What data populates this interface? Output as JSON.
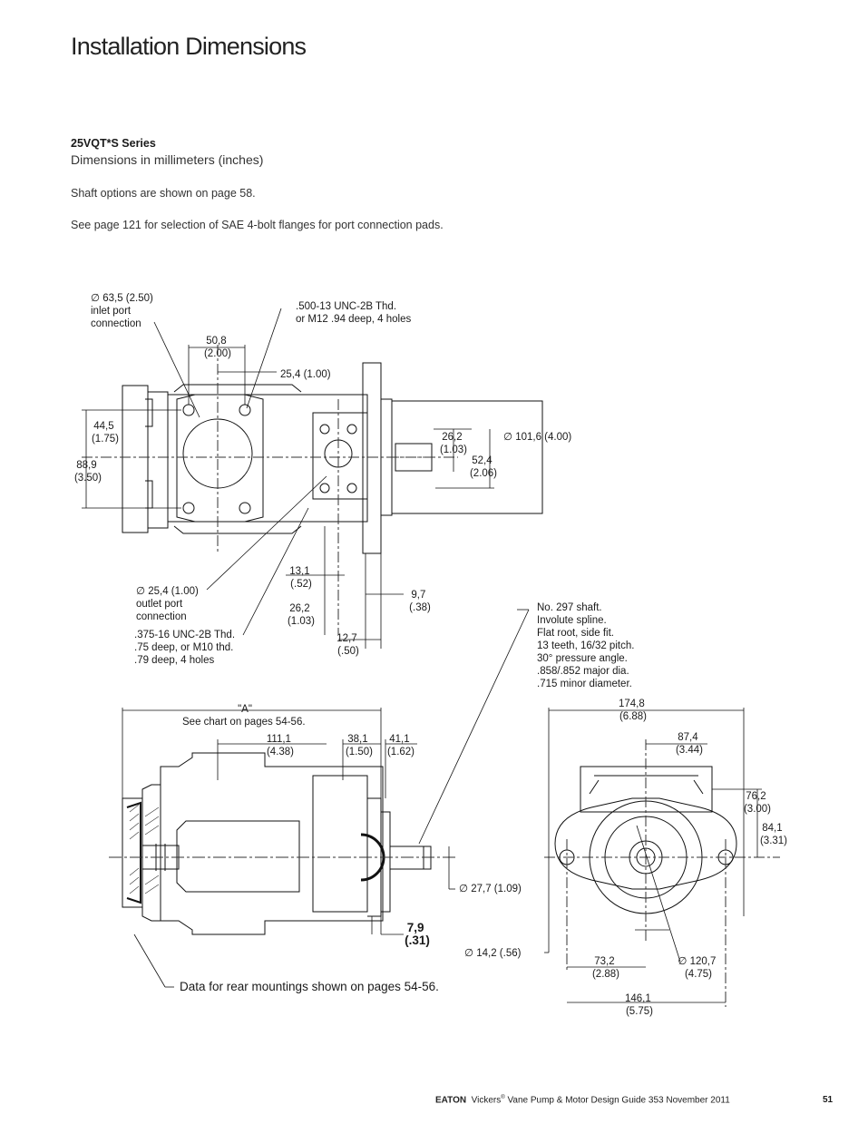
{
  "header": {
    "title": "Installation Dimensions"
  },
  "section": {
    "series": "25VQT*S Series",
    "subtitle": "Dimensions in millimeters (inches)",
    "note_shaft": "Shaft options are shown on page 58.",
    "note_sae": "See page 121 for selection of SAE 4-bolt flanges for port connection pads."
  },
  "top_view": {
    "inlet_label": [
      "∅ 63,5 (2.50)",
      "inlet port",
      "connection"
    ],
    "thread_label": [
      ".500-13 UNC-2B Thd.",
      "or M12 .94 deep, 4 holes"
    ],
    "dim_50_8": [
      "50,8",
      "(2.00)"
    ],
    "dim_25_4": "25,4  (1.00)",
    "dim_44_5": [
      "44,5",
      "(1.75)"
    ],
    "dim_88_9": [
      "88,9",
      "(3.50)"
    ],
    "dim_26_2_top": [
      "26,2",
      "(1.03)"
    ],
    "dim_52_4": [
      "52,4",
      "(2.06)"
    ],
    "dim_101_6": "∅ 101,6  (4.00)",
    "outlet_label": [
      "∅ 25,4 (1.00)",
      "outlet port",
      "connection"
    ],
    "outlet_thread": [
      ".375-16 UNC-2B Thd.",
      ".75 deep, or M10 thd.",
      ".79 deep, 4 holes"
    ],
    "dim_13_1": [
      "13,1",
      "(.52)"
    ],
    "dim_26_2_bottom": [
      "26,2",
      "(1.03)"
    ],
    "dim_12_7": [
      "12,7",
      "(.50)"
    ],
    "dim_9_7": [
      "9,7",
      "(.38)"
    ]
  },
  "shaft_note": [
    "No. 297 shaft.",
    "Involute spline.",
    "Flat root, side fit.",
    "13 teeth, 16/32 pitch.",
    "30°  pressure angle.",
    ".858/.852 major dia.",
    ".715 minor diameter."
  ],
  "side_view": {
    "dim_a": "\"A\"",
    "dim_a_note": "See chart on pages 54-56.",
    "dim_111_1": [
      "111,1",
      "(4.38)"
    ],
    "dim_38_1": [
      "38,1",
      "(1.50)"
    ],
    "dim_41_1": [
      "41,1",
      "(1.62)"
    ],
    "dim_27_7": "∅ 27,7 (1.09)",
    "dim_7_9": [
      "7,9",
      "(.31)"
    ],
    "rear_note": "Data for rear mountings shown on pages 54-56."
  },
  "end_view": {
    "dim_174_8": [
      "174,8",
      "(6.88)"
    ],
    "dim_87_4": [
      "87,4",
      "(3.44)"
    ],
    "dim_76_2": [
      "76,2",
      "(3.00)"
    ],
    "dim_84_1": [
      "84,1",
      "(3.31)"
    ],
    "dim_14_2": "∅ 14,2 (.56)",
    "dim_73_2": [
      "73,2",
      "(2.88)"
    ],
    "dim_120_7": [
      "∅ 120,7",
      "(4.75)"
    ],
    "dim_146_1": [
      "146,1",
      "(5.75)"
    ]
  },
  "footer": {
    "brand": "EATON",
    "text_pre": "Vickers",
    "reg": "®",
    "text_post": " Vane Pump & Motor Design Guide  353  November 2011",
    "page_number": "51"
  }
}
